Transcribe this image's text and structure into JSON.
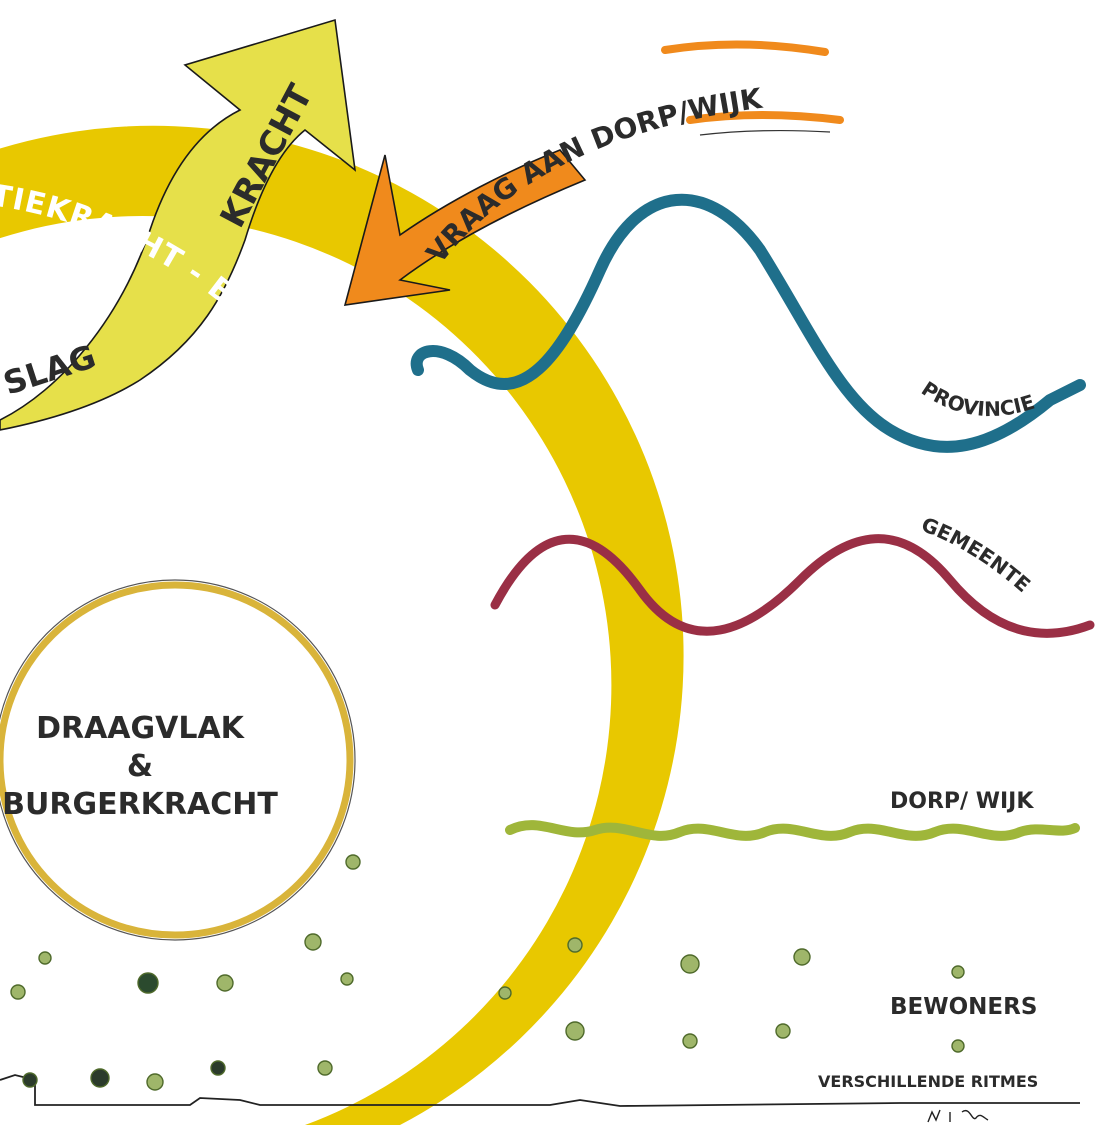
{
  "arrows": {
    "kracht": "KRACHT",
    "slag": "SLAG",
    "vraag": "VRAAG AAN DORP/WIJK"
  },
  "ring": {
    "label": "TIEKRACHT - BESLUITVORMING"
  },
  "center": {
    "line1": "DRAAGVLAK",
    "line2": "&",
    "line3": "BURGERKRACHT"
  },
  "rhythms": {
    "provincie": "PROVINCIE",
    "gemeente": "GEMEENTE",
    "dorp_wijk": "DORP/ WIJK",
    "bewoners": "BEWONERS",
    "footer": "VERSCHILLENDE RITMES"
  },
  "colors": {
    "yellow": "#e8c800",
    "orange": "#f08a1c",
    "provincie": "#1f6f8b",
    "gemeente": "#9a2f45",
    "dorp_wijk": "#9fb63a",
    "dots": "#8faa5a"
  }
}
